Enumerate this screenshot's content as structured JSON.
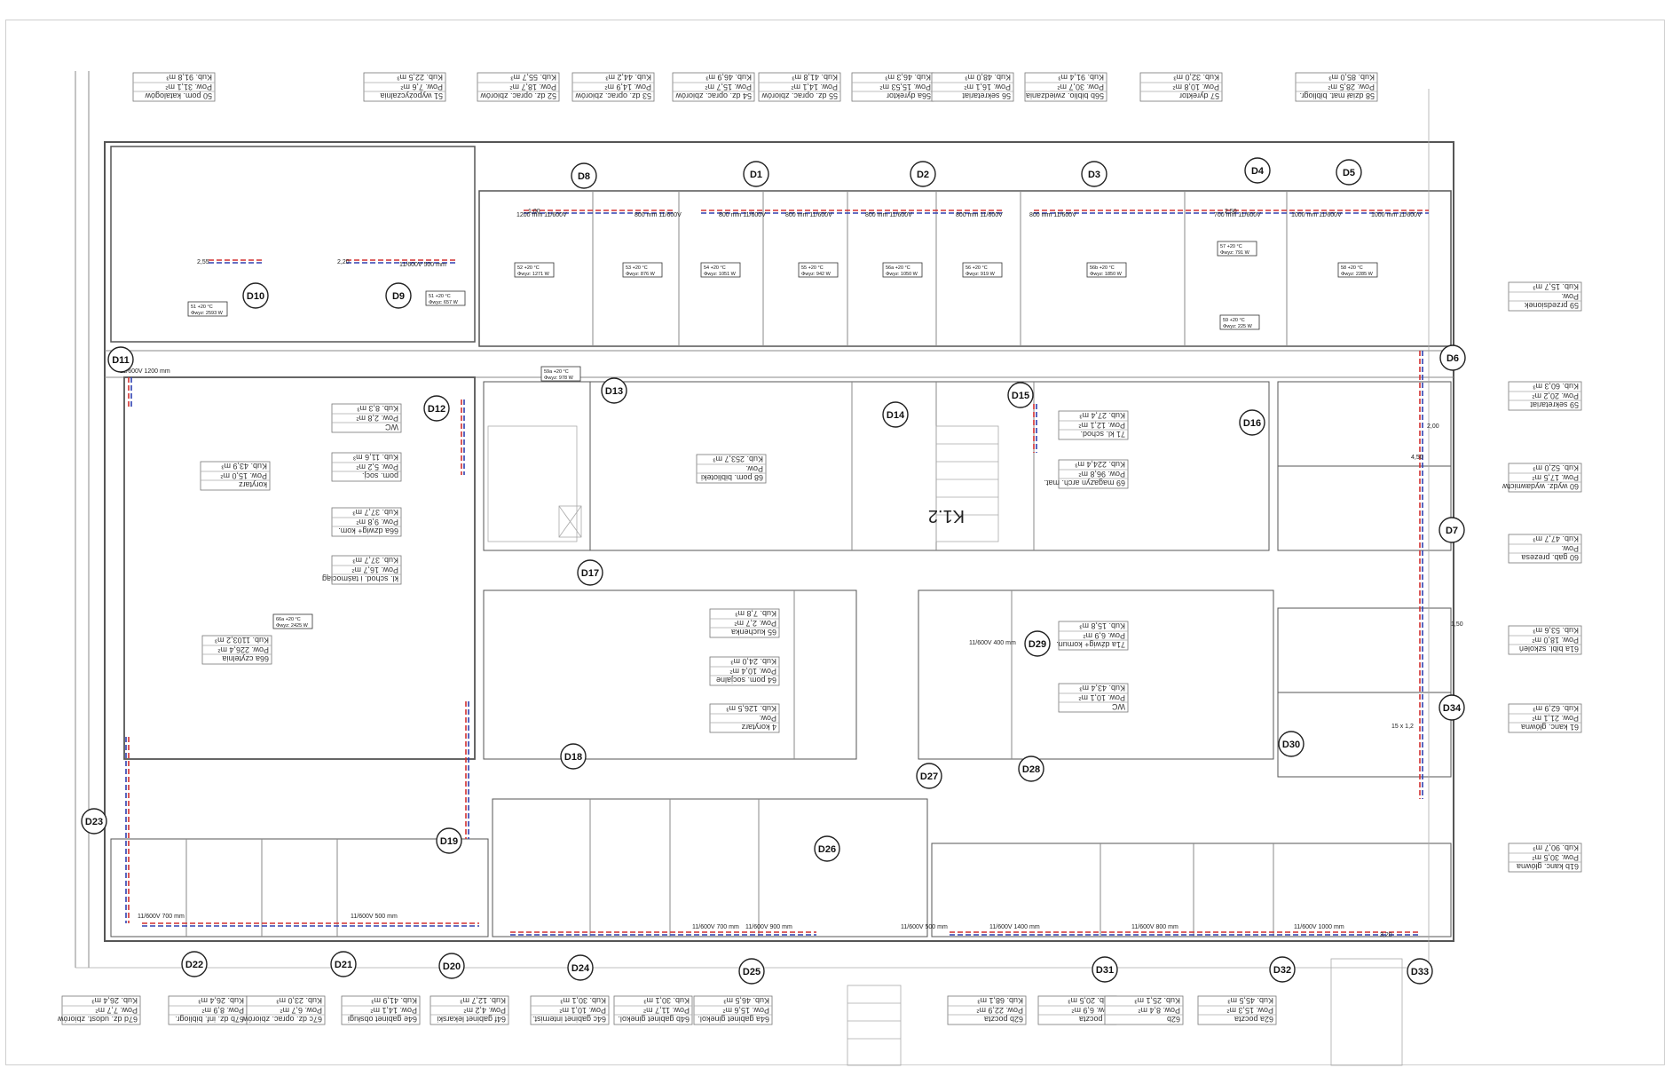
{
  "colors": {
    "wall": "#555555",
    "pipe_supply": "#d23030",
    "pipe_return": "#3040b0",
    "background": "#ffffff"
  },
  "markers": [
    {
      "id": "D8"
    },
    {
      "id": "D1"
    },
    {
      "id": "D2"
    },
    {
      "id": "D3"
    },
    {
      "id": "D4"
    },
    {
      "id": "D5"
    },
    {
      "id": "D10"
    },
    {
      "id": "D9"
    },
    {
      "id": "D11"
    },
    {
      "id": "D6"
    },
    {
      "id": "D13"
    },
    {
      "id": "D12"
    },
    {
      "id": "D14"
    },
    {
      "id": "D15"
    },
    {
      "id": "D16"
    },
    {
      "id": "D7"
    },
    {
      "id": "D17"
    },
    {
      "id": "D29"
    },
    {
      "id": "D34"
    },
    {
      "id": "D18"
    },
    {
      "id": "D30"
    },
    {
      "id": "D27"
    },
    {
      "id": "D28"
    },
    {
      "id": "D23"
    },
    {
      "id": "D19"
    },
    {
      "id": "D26"
    },
    {
      "id": "D22"
    },
    {
      "id": "D21"
    },
    {
      "id": "D20"
    },
    {
      "id": "D24"
    },
    {
      "id": "D25"
    },
    {
      "id": "D31"
    },
    {
      "id": "D32"
    },
    {
      "id": "D33"
    }
  ],
  "rooms_top": [
    {
      "name": "50  pom. katalogów",
      "area": "31,1 m²",
      "vol": "91,8 m³"
    },
    {
      "name": "51  wypożyczalnia",
      "area": "7,6 m²",
      "vol": "22,5 m³"
    },
    {
      "name": "52 dz. oprac. zbiorów",
      "area": "18,7 m²",
      "vol": "55,7 m³"
    },
    {
      "name": "53 dz. oprac. zbiorów",
      "area": "14,9 m²",
      "vol": "44,2 m³"
    },
    {
      "name": "54 dz. oprac. zbiorów",
      "area": "15,7 m²",
      "vol": "46,9 m³"
    },
    {
      "name": "55 dz. oprac. zbiorów",
      "area": "14,1 m²",
      "vol": "41,8 m³"
    },
    {
      "name": "56a  dyrektor",
      "area": "15,53 m²",
      "vol": "46,3 m³"
    },
    {
      "name": "56  sekretariat",
      "area": "16,1 m²",
      "vol": "48,0 m³"
    },
    {
      "name": "56b  biblio. zwiedzania",
      "area": "30,7 m²",
      "vol": "91,4 m³"
    },
    {
      "name": "57  dyrektor",
      "area": "10,8 m²",
      "vol": "32,0 m³"
    },
    {
      "name": "58 dział mat. bibliogr.",
      "area": "28,5 m²",
      "vol": "85,0 m³"
    }
  ],
  "rooms_bottom": [
    {
      "name": "67d dz. udost. zbiorów",
      "area": "7,7 m²",
      "vol": "26,4 m³"
    },
    {
      "name": "67b dz. inf. bibliogr.",
      "area": "8,9 m²",
      "vol": "26,4 m³"
    },
    {
      "name": "67c dz. oprac. zbiorów",
      "area": "6,7 m²",
      "vol": "23,0 m³"
    },
    {
      "name": "64e  gabinet obsługi",
      "area": "14,1 m²",
      "vol": "41,9 m³"
    },
    {
      "name": "64f  gabinet lekarski",
      "area": "4,2 m²",
      "vol": "12,7 m³"
    },
    {
      "name": "64c  gabinet internist.",
      "area": "10,1 m²",
      "vol": "30,1 m³"
    },
    {
      "name": "64b  gabinet ginekol.",
      "area": "11,7 m²",
      "vol": "30,1 m³"
    },
    {
      "name": "64a  gabinet ginekol.",
      "area": "15,6 m²",
      "vol": "46,5 m³"
    },
    {
      "name": "62b  poczta",
      "area": "22,9 m²",
      "vol": "68,1 m³"
    },
    {
      "name": "62  poczta",
      "area": "6,9 m²",
      "vol": "20,5 m³"
    },
    {
      "name": "62b",
      "area": "8,4 m²",
      "vol": "25,1 m³"
    },
    {
      "name": "62a  poczta",
      "area": "15,3 m²",
      "vol": "45,5 m³"
    }
  ],
  "rooms_right": [
    {
      "name": "59  przedsionek",
      "area": "",
      "vol": "15,7 m³"
    },
    {
      "name": "59  sekretariat",
      "area": "20,2 m²",
      "vol": "60,3 m³"
    },
    {
      "name": "60  wydz. wydawnictw",
      "area": "17,5 m²",
      "vol": "52,0 m³"
    },
    {
      "name": "60  gab. prezesa",
      "area": "",
      "vol": "47,7 m³"
    },
    {
      "name": "61a bibl. szkoleń",
      "area": "18,0 m²",
      "vol": "53,6 m³"
    },
    {
      "name": "61  kanc. główna",
      "area": "21,1 m²",
      "vol": "62,9 m³"
    },
    {
      "name": "61b  kanc. główna",
      "area": "30,5 m²",
      "vol": "90,7 m³"
    }
  ],
  "rooms_inner": [
    {
      "name": "66a  czytelnia",
      "area": "226,4 m²",
      "vol": "1103,2 m³"
    },
    {
      "name": "korytarz",
      "area": "15,0 m²",
      "vol": "43,9 m³"
    },
    {
      "name": "WC",
      "area": "2,8 m²",
      "vol": "8,3 m³"
    },
    {
      "name": "pom. socj.",
      "area": "5,2 m²",
      "vol": "11,6 m³"
    },
    {
      "name": "66a  dzwig+ kom.",
      "area": "9,8 m²",
      "vol": "37,7 m³"
    },
    {
      "name": "kl. schod. i taśmociąg",
      "area": "16,7 m²",
      "vol": "37,7 m³"
    },
    {
      "name": "68  pom. biblioteki",
      "area": "",
      "vol": "253,7 m³"
    },
    {
      "name": "69 magazyn arch. mat.",
      "area": "96,8 m²",
      "vol": "224,4 m³"
    },
    {
      "name": "71  kl. schod.",
      "area": "12,1 m²",
      "vol": "27,4 m³"
    },
    {
      "name": "65  kuchenka",
      "area": "2,7 m²",
      "vol": "7,8 m³"
    },
    {
      "name": "64  pom. socjalne",
      "area": "10,4 m²",
      "vol": "24,0 m³"
    },
    {
      "name": "4  korytarz",
      "area": "",
      "vol": "126,5 m³"
    },
    {
      "name": "71a  dźwig+ komun.",
      "area": "6,9 m²",
      "vol": "15,8 m³"
    },
    {
      "name": "WC",
      "area": "10,1 m²",
      "vol": "43,4 m³"
    }
  ],
  "stair_label": "K1.2",
  "heaters": [
    {
      "t": "51 +20 °C",
      "p": "Φwyz: 2593 W"
    },
    {
      "t": "51 +20 °C",
      "p": "Φwyz: 657 W"
    },
    {
      "t": "52 +20 °C",
      "p": "Φwyz: 1271 W"
    },
    {
      "t": "53 +20 °C",
      "p": "Φwyz: 876 W"
    },
    {
      "t": "54 +20 °C",
      "p": "Φwyz: 1051 W"
    },
    {
      "t": "55 +20 °C",
      "p": "Φwyz: 942 W"
    },
    {
      "t": "56a +20 °C",
      "p": "Φwyz: 1050 W"
    },
    {
      "t": "56 +20 °C",
      "p": "Φwyz: 919 W"
    },
    {
      "t": "56b +20 °C",
      "p": "Φwyz: 1850 W"
    },
    {
      "t": "57 +20 °C",
      "p": "Φwyz: 791 W"
    },
    {
      "t": "58 +20 °C",
      "p": "Φwyz: 2285 W"
    },
    {
      "t": "59 +20 °C",
      "p": "Φwyz: 225 W"
    },
    {
      "t": "59a +20 °C",
      "p": "Φwyz: 978 W"
    },
    {
      "t": "66a +20 °C",
      "p": "Φwyz: 2425 W"
    }
  ],
  "radiator_labels": [
    "1200 mm 11/600V",
    "800 mm 11/600V",
    "800 mm 11/600V",
    "800 mm 11/600V",
    "800 mm 11/600V",
    "800 mm 11/600V",
    "800 mm 11/600V",
    "700 mm 11/600V",
    "1000 mm 11/600V",
    "1000 mm 11/600V",
    "11/600V 1200 mm",
    "11/600V 500 mm",
    "11/600V 700 mm",
    "11/600V 900 mm",
    "11/600V 1400 mm",
    "11/600V 800 mm",
    "11/600V 1000 mm",
    "11/600V 500 mm",
    "11/600V 700 mm",
    "11/600V 500 mm",
    "11/600V 400 mm"
  ],
  "dims": [
    "2,55",
    "2,20",
    "1,00",
    "2,00",
    "2,50",
    "1,50",
    "4,50",
    "3,20",
    "15 x 1,2"
  ]
}
